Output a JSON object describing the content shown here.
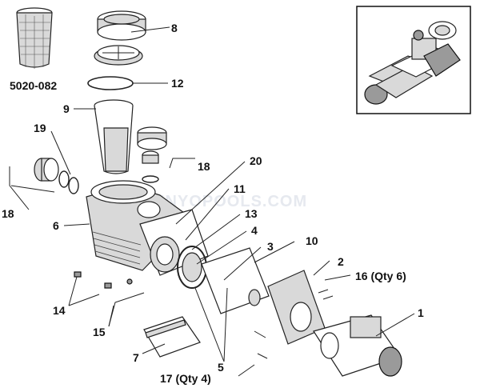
{
  "diagram": {
    "watermark": "INYOPOOLS.COM",
    "basket_part_number": "5020-082",
    "labels": [
      {
        "id": "p8",
        "text": "8"
      },
      {
        "id": "p12",
        "text": "12"
      },
      {
        "id": "p9",
        "text": "9"
      },
      {
        "id": "p19",
        "text": "19"
      },
      {
        "id": "p18a",
        "text": "18"
      },
      {
        "id": "p18b",
        "text": "18"
      },
      {
        "id": "p20",
        "text": "20"
      },
      {
        "id": "p11",
        "text": "11"
      },
      {
        "id": "p13",
        "text": "13"
      },
      {
        "id": "p4",
        "text": "4"
      },
      {
        "id": "p3",
        "text": "3"
      },
      {
        "id": "p10",
        "text": "10"
      },
      {
        "id": "p6",
        "text": "6"
      },
      {
        "id": "p2",
        "text": "2"
      },
      {
        "id": "p16",
        "text": "16 (Qty 6)"
      },
      {
        "id": "p1",
        "text": "1"
      },
      {
        "id": "p14",
        "text": "14"
      },
      {
        "id": "p15",
        "text": "15"
      },
      {
        "id": "p5",
        "text": "5"
      },
      {
        "id": "p7",
        "text": "7"
      },
      {
        "id": "p17",
        "text": "17 (Qty 4)"
      }
    ]
  }
}
